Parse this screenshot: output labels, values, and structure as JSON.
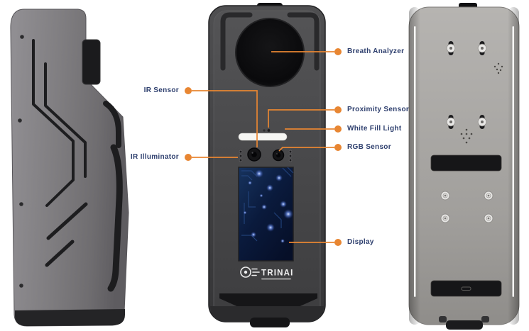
{
  "logo": {
    "text": "TRINAI"
  },
  "colors": {
    "callout_line": "#E88632",
    "label_text": "#2E3F6E",
    "screen_blue": "#0C1F42",
    "body_gray": "#7d7b7e",
    "back_gray": "#a8a6a3"
  },
  "callouts": [
    {
      "id": "breath-analyzer",
      "label": "Breath Analyzer",
      "side": "right"
    },
    {
      "id": "ir-sensor",
      "label": "IR Sensor",
      "side": "left"
    },
    {
      "id": "proximity-sensor",
      "label": "Proximity Sensor",
      "side": "right"
    },
    {
      "id": "white-fill-light",
      "label": "White Fill Light",
      "side": "right"
    },
    {
      "id": "rgb-sensor",
      "label": "RGB Sensor",
      "side": "right"
    },
    {
      "id": "ir-illuminator",
      "label": "IR Illuminator",
      "side": "left"
    },
    {
      "id": "display",
      "label": "Display",
      "side": "right"
    }
  ]
}
